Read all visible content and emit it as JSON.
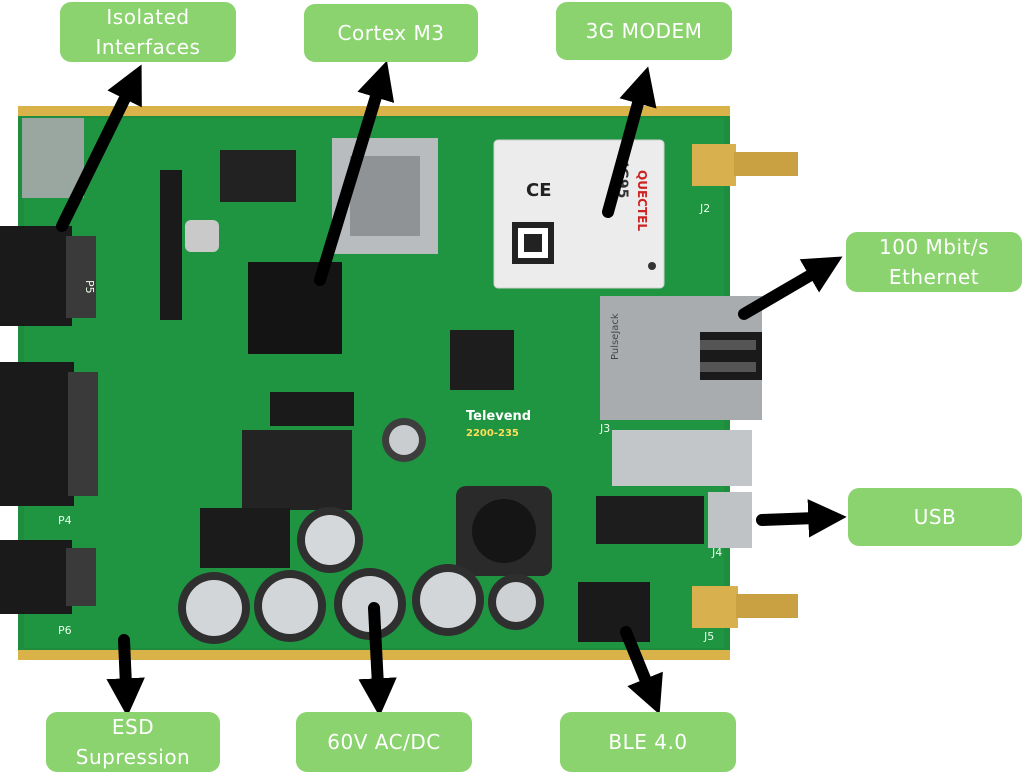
{
  "labels": {
    "isolated": [
      "Isolated",
      "Interfaces"
    ],
    "cortex": "Cortex M3",
    "modem": "3G MODEM",
    "ethernet": [
      "100 Mbit/s",
      "Ethernet"
    ],
    "usb": "USB",
    "esd": [
      "ESD",
      "Supression"
    ],
    "power": "60V AC/DC",
    "ble": "BLE 4.0"
  },
  "silkscreen": {
    "brand": "Televend",
    "part": "2200-235",
    "modem_brand": "QUECTEL",
    "modem_model": "UG95",
    "ce_mark": "CE",
    "conn_p5": "P5",
    "conn_p4": "P4",
    "conn_p6": "P6",
    "conn_j2": "J2",
    "conn_j3": "J3",
    "conn_j4": "J4",
    "conn_j5": "J5",
    "rj45_brand": "PulseJack"
  },
  "colors": {
    "pcb": "#1e8e3e",
    "callout": "#8bd36e",
    "arrow": "#000000",
    "gold": "#d9b24a"
  }
}
